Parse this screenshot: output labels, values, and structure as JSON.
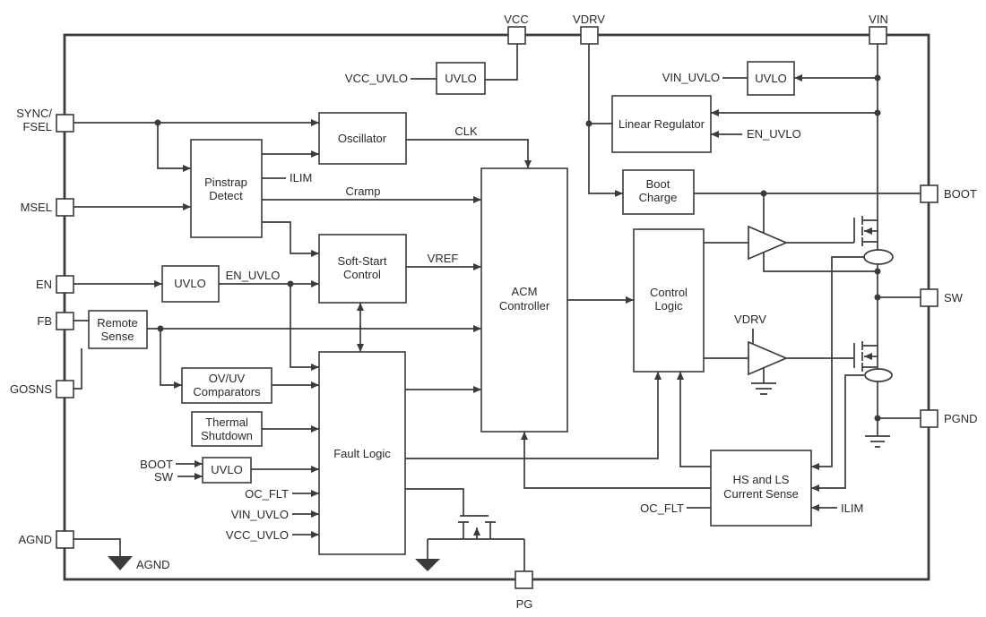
{
  "colors": {
    "ink": "#3b3b3b",
    "text": "#2a2a2a",
    "background": "#ffffff"
  },
  "pins": {
    "vcc": "VCC",
    "vdrv": "VDRV",
    "vin": "VIN",
    "sync_line1": "SYNC/",
    "sync_line2": "FSEL",
    "msel": "MSEL",
    "en": "EN",
    "fb": "FB",
    "gosns": "GOSNS",
    "agnd": "AGND",
    "boot": "BOOT",
    "sw": "SW",
    "pgnd": "PGND",
    "pg": "PG"
  },
  "blocks": {
    "uvlo_vcc": {
      "label": "UVLO"
    },
    "oscillator": {
      "label": "Oscillator"
    },
    "pinstrap": {
      "line1": "Pinstrap",
      "line2": "Detect"
    },
    "linear_regulator": {
      "label": "Linear Regulator"
    },
    "uvlo_vin": {
      "label": "UVLO"
    },
    "boot_charge": {
      "line1": "Boot",
      "line2": "Charge"
    },
    "soft_start": {
      "line1": "Soft-Start",
      "line2": "Control"
    },
    "acm": {
      "line1": "ACM",
      "line2": "Controller"
    },
    "control_logic": {
      "line1": "Control",
      "line2": "Logic"
    },
    "uvlo_en": {
      "label": "UVLO"
    },
    "remote_sense": {
      "line1": "Remote",
      "line2": "Sense"
    },
    "ovuv": {
      "line1": "OV/UV",
      "line2": "Comparators"
    },
    "thermal": {
      "line1": "Thermal",
      "line2": "Shutdown"
    },
    "uvlo_bootsw": {
      "label": "UVLO"
    },
    "fault_logic": {
      "label": "Fault Logic"
    },
    "hsls": {
      "line1": "HS and LS",
      "line2": "Current Sense"
    }
  },
  "signals": {
    "vcc_uvlo_top": "VCC_UVLO",
    "vin_uvlo_top": "VIN_UVLO",
    "en_uvlo_linreg": "EN_UVLO",
    "clk": "CLK",
    "ilim_pinstrap": "ILIM",
    "cramp": "Cramp",
    "vref": "VREF",
    "en_uvlo_left": "EN_UVLO",
    "vdrv_driver": "VDRV",
    "boot_uvlo": "BOOT",
    "sw_uvlo": "SW",
    "oc_flt_fault": "OC_FLT",
    "vin_uvlo_fault": "VIN_UVLO",
    "vcc_uvlo_fault": "VCC_UVLO",
    "oc_flt_hsls": "OC_FLT",
    "ilim_hsls": "ILIM",
    "agnd_ground": "AGND"
  }
}
